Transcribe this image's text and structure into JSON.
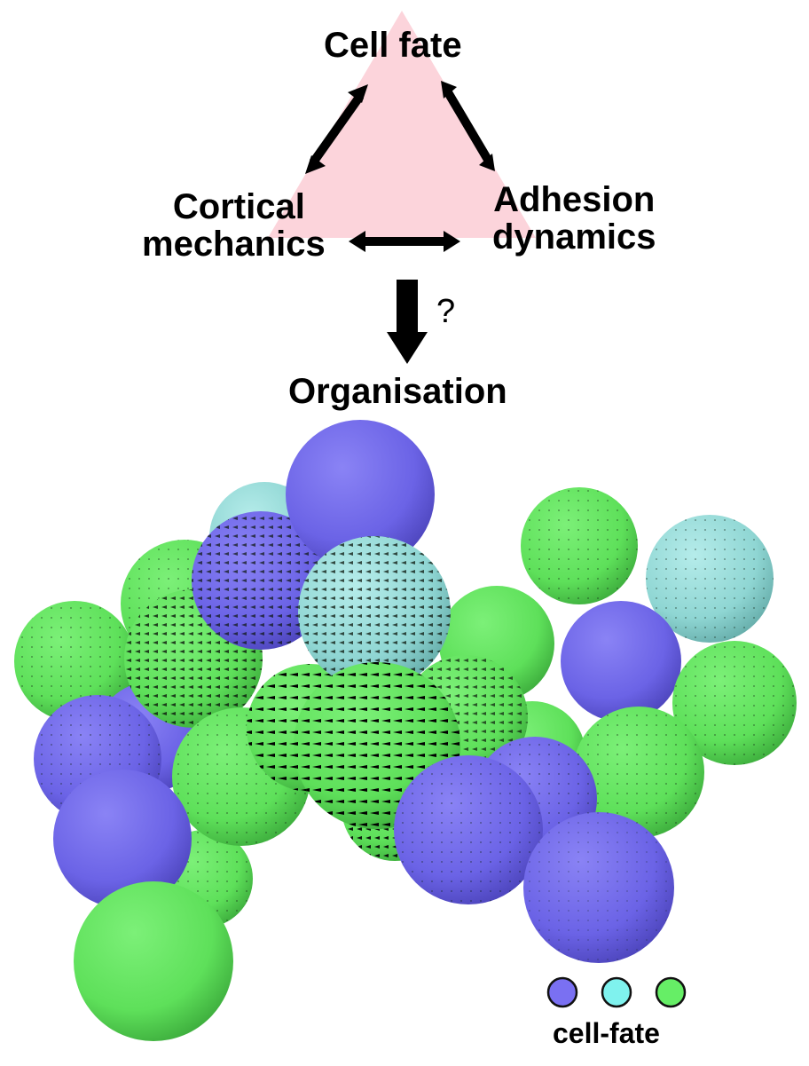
{
  "diagram": {
    "nodes": {
      "cell_fate": "Cell fate",
      "cortical_line1": "Cortical",
      "cortical_line2": "mechanics",
      "adhesion_line1": "Adhesion",
      "adhesion_line2": "dynamics",
      "outcome": "Organisation"
    },
    "uncertainty_mark": "?",
    "colors": {
      "triangle_fill": "#fcd4db",
      "arrow": "#000000"
    }
  },
  "cell_cluster": {
    "fate_colors": {
      "purple": "#6b63e6",
      "cyan": "#8fdcd9",
      "green": "#5ee05a"
    }
  },
  "legend": {
    "label": "cell-fate",
    "swatches": [
      {
        "name": "purple",
        "color": "#7a70f2"
      },
      {
        "name": "cyan",
        "color": "#7ff2ee"
      },
      {
        "name": "green",
        "color": "#66ee66"
      }
    ]
  }
}
